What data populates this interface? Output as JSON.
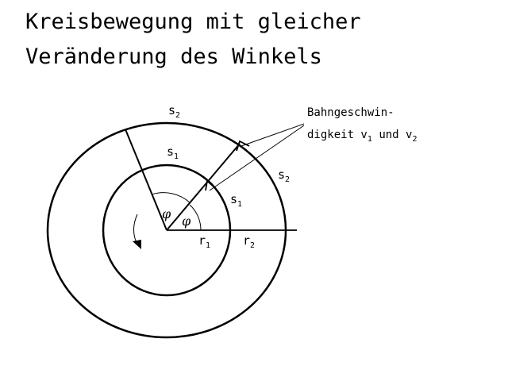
{
  "title": {
    "line1": "Kreisbewegung mit gleicher",
    "line2": "Veränderung des Winkels"
  },
  "labels": {
    "s2_top": "s",
    "s2_top_sub": "2",
    "s1_top": "s",
    "s1_top_sub": "1",
    "s2_right": "s",
    "s2_right_sub": "2",
    "s1_right": "s",
    "s1_right_sub": "1",
    "r1": "r",
    "r1_sub": "1",
    "r2": "r",
    "r2_sub": "2",
    "phi_outer": "φ",
    "phi_inner": "φ"
  },
  "annotation": {
    "line1": "Bahngeschwin-",
    "line2_prefix": "digkeit v",
    "line2_sub1": "1",
    "line2_mid": " und v",
    "line2_sub2": "2"
  }
}
